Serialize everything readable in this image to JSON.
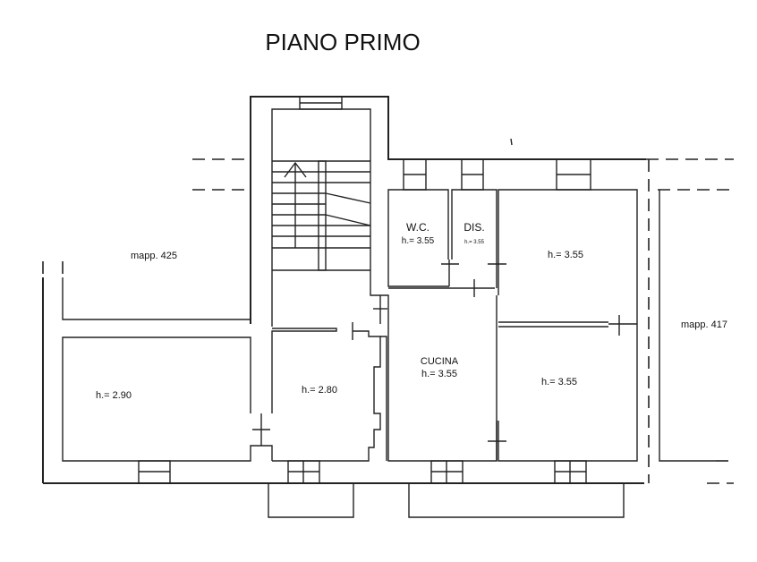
{
  "title": "PIANO PRIMO",
  "labels": {
    "mapp_left": "mapp. 425",
    "mapp_right": "mapp. 417",
    "wc": "W.C.",
    "wc_h": "h.= 3.55",
    "dis": "DIS.",
    "dis_h": "h.= 3.55",
    "room_ne_h": "h.= 3.55",
    "room_w_h": "h.= 2.90",
    "room_c_h": "h.= 2.80",
    "cucina": "CUCINA",
    "cucina_h": "h.= 3.55",
    "room_se_h": "h.= 3.55"
  },
  "colors": {
    "line": "#222222",
    "background": "#ffffff"
  }
}
